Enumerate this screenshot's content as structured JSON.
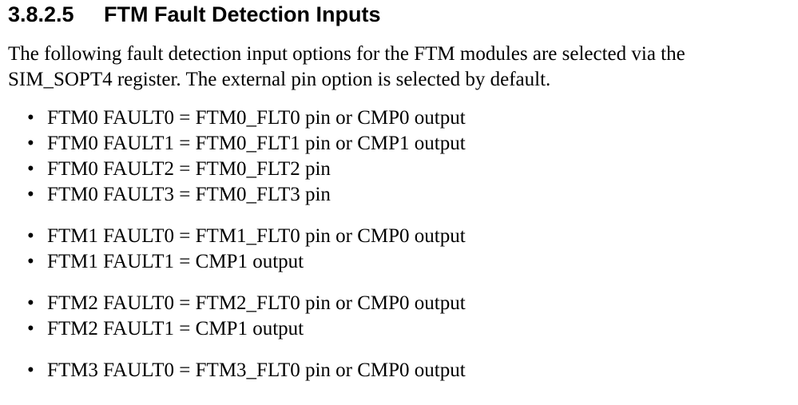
{
  "section": {
    "number": "3.8.2.5",
    "title": "FTM Fault Detection Inputs"
  },
  "intro": {
    "line1": "The following fault detection input options for the FTM modules are selected via the",
    "line2": "SIM_SOPT4 register. The external pin option is selected by default."
  },
  "bullet_glyph": "•",
  "groups": [
    {
      "items": [
        "FTM0 FAULT0 = FTM0_FLT0 pin or CMP0 output",
        "FTM0 FAULT1 = FTM0_FLT1 pin or CMP1 output",
        "FTM0 FAULT2 = FTM0_FLT2 pin",
        "FTM0 FAULT3 = FTM0_FLT3 pin"
      ]
    },
    {
      "items": [
        "FTM1 FAULT0 = FTM1_FLT0 pin or CMP0 output",
        "FTM1 FAULT1 = CMP1 output"
      ]
    },
    {
      "items": [
        "FTM2 FAULT0 = FTM2_FLT0 pin or CMP0 output",
        "FTM2 FAULT1 = CMP1 output"
      ]
    },
    {
      "items": [
        "FTM3 FAULT0 = FTM3_FLT0 pin or CMP0 output"
      ]
    }
  ]
}
